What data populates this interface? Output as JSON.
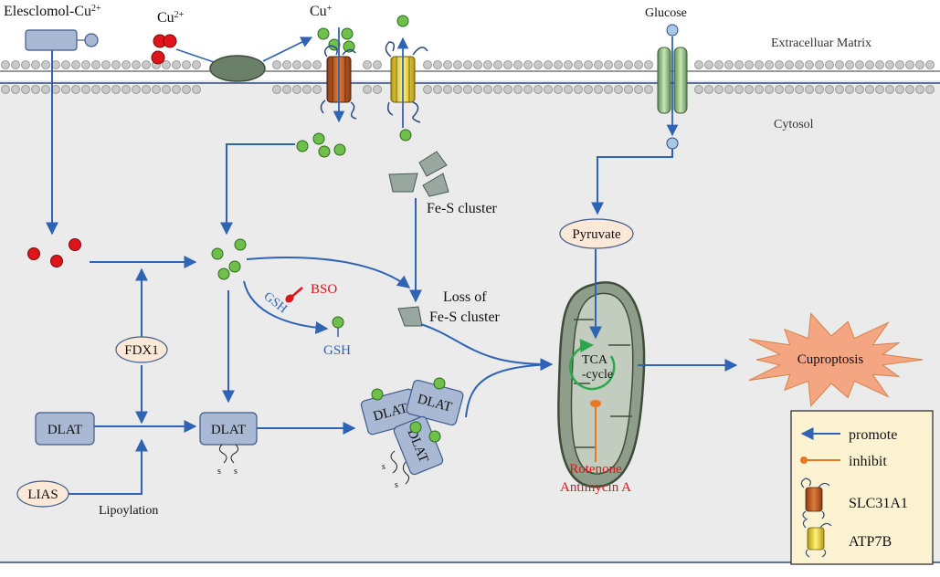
{
  "regions": {
    "extracellular": "Extracelluar Matrix",
    "cytosol": "Cytosol"
  },
  "labels": {
    "elesclomol": "Elesclomol-Cu",
    "elesclomol_sup": "2+",
    "cu2": "Cu",
    "cu2_sup": "2+",
    "cu1": "Cu",
    "cu1_sup": "+",
    "glucose": "Glucose",
    "fes_cluster": "Fe-S cluster",
    "loss_line1": "Loss of",
    "loss_line2": "Fe-S cluster",
    "bso": "BSO",
    "gsh_arrow": "GSH",
    "gsh": "GSH",
    "fdx1": "FDX1",
    "dlat": "DLAT",
    "lias": "LIAS",
    "lipoylation": "Lipoylation",
    "sulfur": "s",
    "pyruvate": "Pyruvate",
    "tca_line1": "TCA",
    "tca_line2": "-cycle",
    "rotenone": "Rotenone",
    "antimycin": "Antimycin A",
    "cuproptosis": "Cuproptosis"
  },
  "legend": {
    "promote": "promote",
    "inhibit": "inhibit",
    "slc31a1": "SLC31A1",
    "atp7b": "ATP7B"
  },
  "colors": {
    "arrow": "#2f64b5",
    "inhibit": "#e87722",
    "inhibitor_text": "#e0141b",
    "copper_green": "#6fc04b",
    "copper_red": "#e0141b",
    "dlat_fill": "#a9b9d4",
    "mito_fill": "#8e9e8a",
    "burst_fill": "#f4a582",
    "legend_bg": "#fdf3d2"
  }
}
